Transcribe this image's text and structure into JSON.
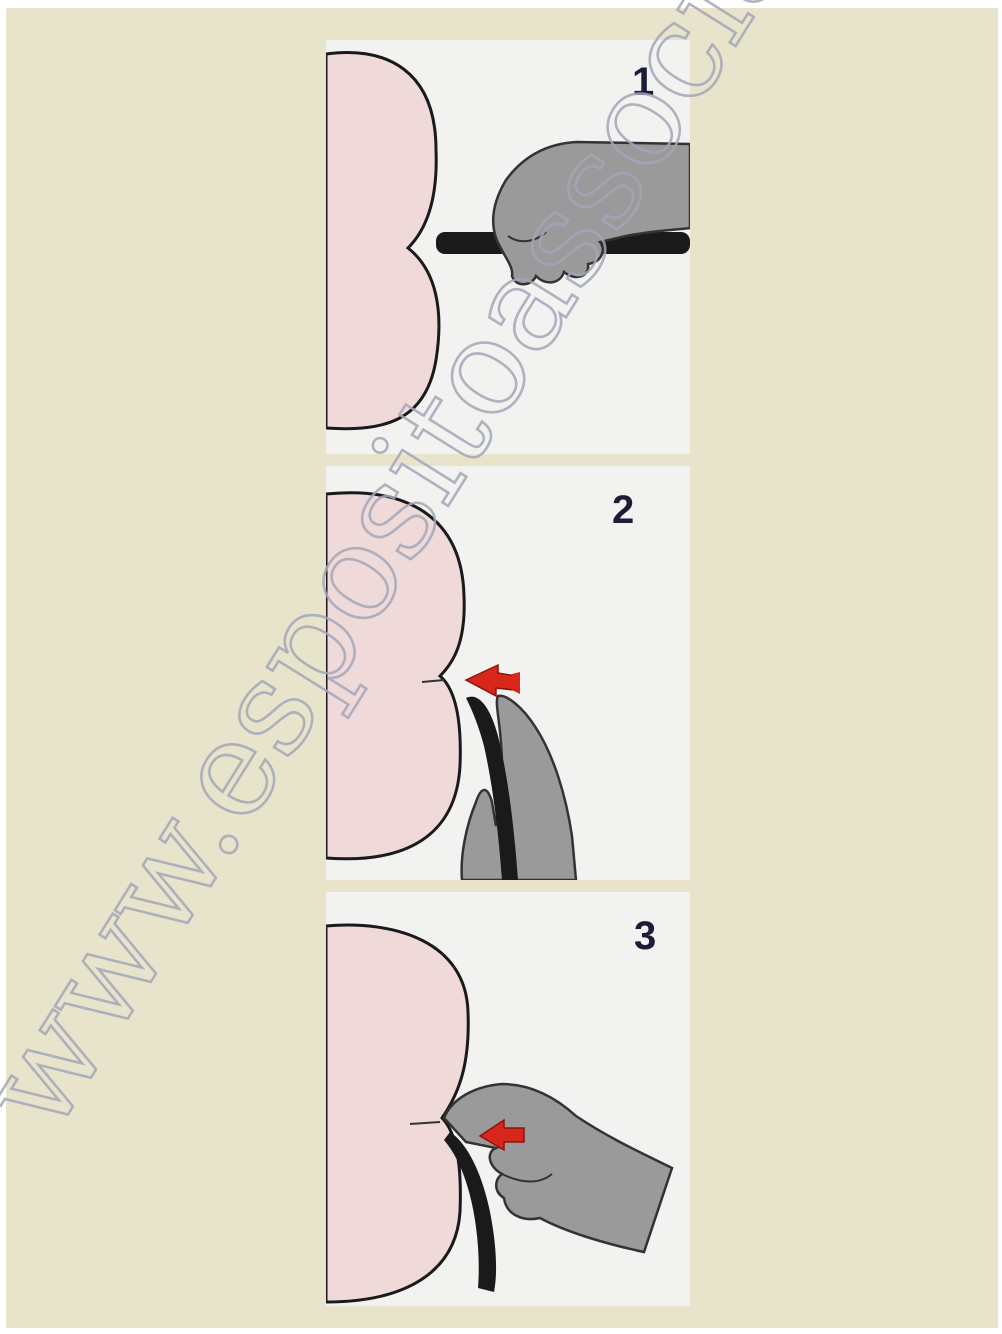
{
  "steps": [
    {
      "number": "1"
    },
    {
      "number": "2"
    },
    {
      "number": "3"
    }
  ],
  "watermark": "www.espositoassociati.it",
  "colors": {
    "background": "#e8e4cc",
    "panel": "#f2f2f0",
    "tissue": "#efd9d9",
    "hand": "#9a9a9a",
    "dilator": "#1a1a1a",
    "arrow": "#d8261b"
  },
  "icons": [
    "hand-icon",
    "dilator-icon",
    "red-arrow-icon"
  ]
}
